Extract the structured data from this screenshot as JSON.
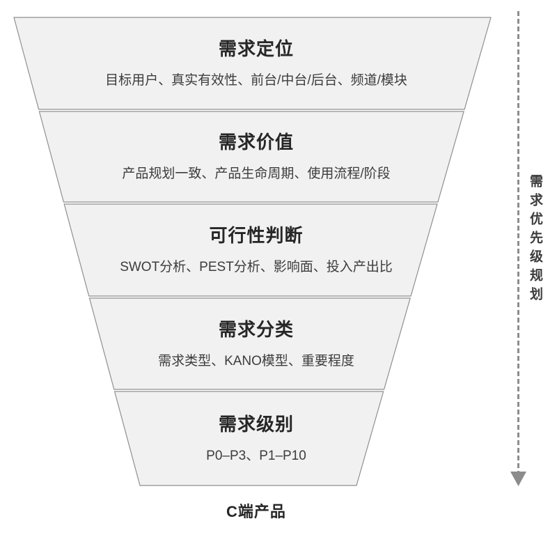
{
  "diagram": {
    "type": "funnel",
    "title_hierarchy": "requirement-filtering-funnel"
  },
  "funnel": {
    "tiers": [
      {
        "title": "需求定位",
        "subtitle": "目标用户、真实有效性、前台/中台/后台、频道/模块"
      },
      {
        "title": "需求价值",
        "subtitle": "产品规划一致、产品生命周期、使用流程/阶段"
      },
      {
        "title": "可行性判断",
        "subtitle": "SWOT分析、PEST分析、影响面、投入产出比"
      },
      {
        "title": "需求分类",
        "subtitle": "需求类型、KANO模型、重要程度"
      },
      {
        "title": "需求级别",
        "subtitle": "P0–P3、P1–P10"
      }
    ],
    "bottom_label": "C端产品"
  },
  "arrow": {
    "label": "需求优先级规划",
    "direction": "down"
  },
  "colors": {
    "background": "#ffffff",
    "tier_fill": "#f1f1f2",
    "tier_border": "#8f8f8f",
    "title_text": "#262626",
    "subtitle_text": "#3c3c3c",
    "arrow": "#8c8c8c"
  }
}
